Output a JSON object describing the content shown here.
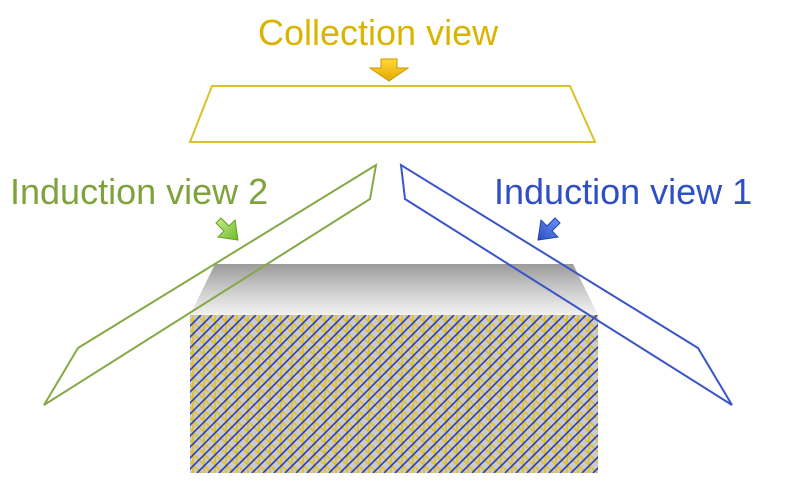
{
  "labels": {
    "collection_view": "Collection view",
    "induction_view_2": "Induction view 2",
    "induction_view_1": "Induction view 1"
  },
  "colors": {
    "collection": "#d9b400",
    "collection_arrow": "#f0c400",
    "induction_2": "#7fa33c",
    "induction_2_arrow": "#8fd13a",
    "induction_1": "#3451c4",
    "induction_1_arrow": "#3a6fd8",
    "block_top_light": "#f4f4f4",
    "block_top_dark": "#9a9a9a",
    "lattice_base": "#c8c8c8",
    "lattice_yellow": "#e3c01c",
    "lattice_blue": "#2a3fc0"
  }
}
